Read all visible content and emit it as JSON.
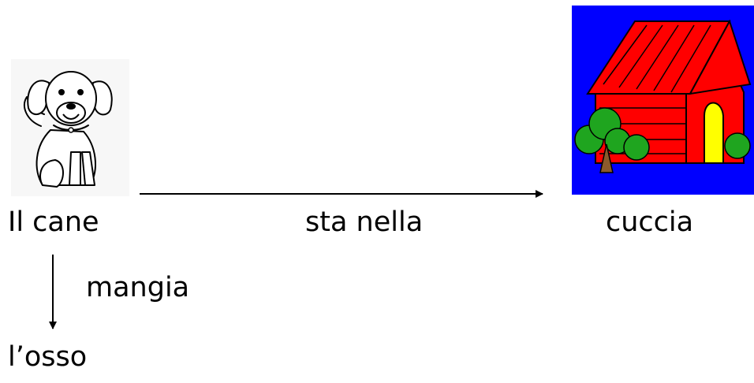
{
  "nodes": {
    "dog": "Il cane",
    "house": "cuccia",
    "bone": "l’osso"
  },
  "edges": {
    "dog_to_house": "sta nella",
    "dog_to_bone": "mangia"
  },
  "icons": {
    "dog": "dog-icon",
    "house": "doghouse-icon"
  },
  "colors": {
    "house_background": "#0000ff",
    "house_body": "#ff0000",
    "house_door": "#ffff00",
    "bushes": "#1fa51f"
  }
}
